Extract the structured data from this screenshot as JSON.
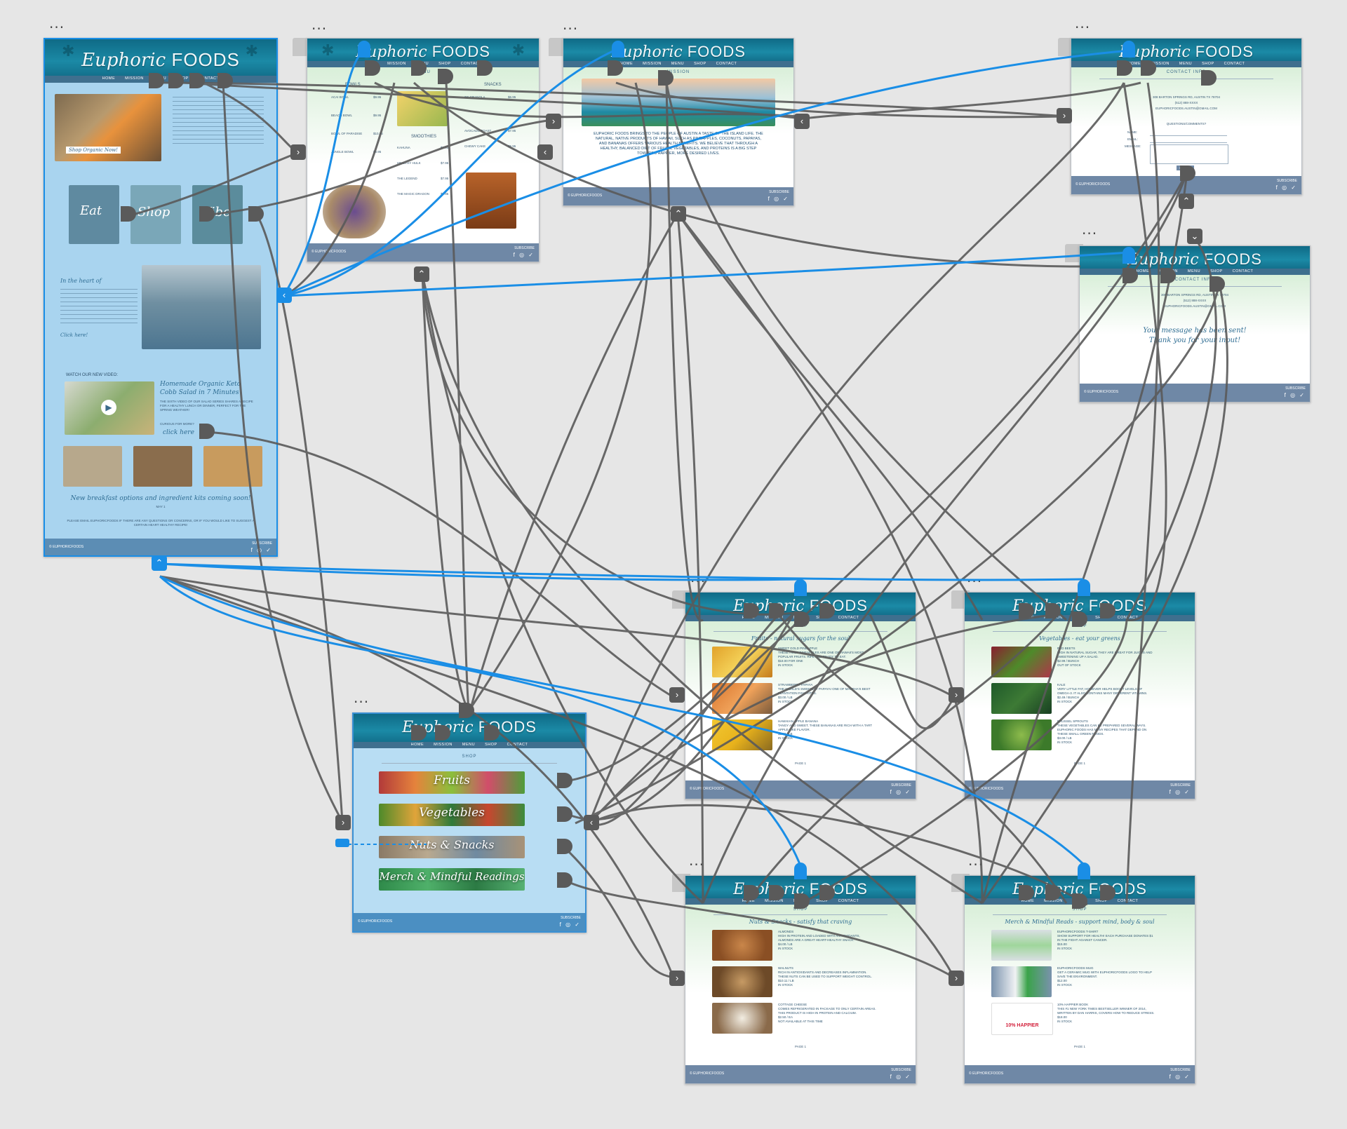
{
  "brand": {
    "logo_script": "Euphoric",
    "logo_caps": "FOODS"
  },
  "nav": {
    "home": "HOME",
    "mission": "MISSION",
    "menu": "MENU",
    "shop": "SHOP",
    "contact": "CONTACT"
  },
  "more_dots": "...",
  "footer": {
    "copyright": "© EUPHORICFOODS",
    "subscribe": "SUBSCRIBE",
    "social": "f ◎ ✓"
  },
  "home": {
    "shop_organic": "Shop Organic Now!",
    "eat": "Eat",
    "shop_word": "Shop",
    "vibe": "Vibe",
    "heart_of": "In the heart of",
    "click_here": "Click here!",
    "watch_video": "WATCH OUR NEW VIDEO:",
    "video_title": "Homemade Organic Keto Cobb Salad in 7 Minutes",
    "video_desc": "THE SIXTH VIDEO OF OUR SALAD SERIES SHARES A RECIPE FOR A HEALTHY LUNCH OR DINNER, PERFECT FOR THE SPRING WEATHER!",
    "curious": "CURIOUS FOR MORE?",
    "click_here2": "click here",
    "breakfast": "New breakfast options and ingredient kits coming soon!",
    "date": "MAY 1",
    "email_note": "PLEASE EMAIL EUPHORICFOODS IF THERE ARE ANY QUESTIONS OR CONCERNS, OR IF YOU WOULD LIKE TO SUGGEST A CERTAIN HEART HEALTHY RECIPE!"
  },
  "menu_page": {
    "title": "MENU",
    "bowls": "BOWLS",
    "snacks": "SNACKS",
    "smoothies": "SMOOTHIES",
    "items_left": [
      "ACAI BOWL",
      "BEACH BOWL",
      "BOWL OF PARADISE",
      "JUNGLE BOWL"
    ],
    "prices_left": [
      "$9.95",
      "$9.95",
      "$10.95",
      "$9.95"
    ],
    "items_right": [
      "GF GRANOLA",
      "AVOCADO TOAST",
      "CHEWY CAKE"
    ],
    "prices_right": [
      "$6.95",
      "$7.95",
      "$5.95"
    ],
    "smoothies_list": [
      "KAHUNA",
      "HEALTHY HULK",
      "THE LEGEND",
      "THE MAGIC DRAGON"
    ],
    "smoothie_prices": [
      "$7.95",
      "$7.95",
      "$7.95",
      "$7.95"
    ]
  },
  "mission_page": {
    "title": "MISSION",
    "body": "EUPHORIC FOODS BRINGS TO THE PEOPLE OF AUSTIN A TASTE OF THE ISLAND LIFE. THE NATURAL, NATIVE PRODUCTS OF HAWAII, SUCH AS PINEAPPLES, COCONUTS, PAPAYAS, AND BANANAS OFFERS VARIOUS HEALTH BENEFITS. WE BELIEVE THAT THROUGH A HEALTHY, BALANCED DIET OF FRUITS, VEGETABLES, AND PROTEINS IS A BIG STEP TOWARDS HAPPIER, MORE DESIRED LIVES."
  },
  "contact_page": {
    "title": "CONTACT INFO",
    "address": "308 BARTON SPRINGS RD, AUSTIN TX 78704",
    "phone": "(512) 888-XXXX",
    "email": "EUPHORICFOODS.AUSTIN@GMAIL.COM",
    "questions": "QUESTIONS/COMMENTS?",
    "name": "NAME:",
    "email_label": "EMAIL:",
    "message": "MESSAGE:",
    "submit": "SUBMIT"
  },
  "contact_sent": {
    "title": "CONTACT INFO",
    "line1": "Your message has been sent!",
    "line2": "Thank you for your input!"
  },
  "shop_page": {
    "title": "SHOP",
    "banners": [
      "Fruits",
      "Vegetables",
      "Nuts & Snacks",
      "Merch & Mindful Readings"
    ]
  },
  "fruits_page": {
    "title": "SHOP",
    "subtitle": "Fruits - natural sugars for the soul",
    "items": [
      {
        "name": "SWEET GOLD PINEAPPLE",
        "desc": "THESE HUGE PINEAPPLES ARE ONE OF HAWAII'S MOST POPULAR FRUITS. RIPE AND READY TO EAT.",
        "price": "$18.00 FOR ONE",
        "stock": "IN STOCK"
      },
      {
        "name": "STRAWBERRY PAPAYA",
        "desc": "THE WORLD'S SWEETEST PAPAYA! ONE OF MARTHA'S BEST PLANTATION FAVORITES.",
        "price": "$3.00 / LB",
        "stock": "IN STOCK"
      },
      {
        "name": "HAWAIIAN APPLE BANANA",
        "desc": "TANGY AND SWEET, THESE BANANAS ARE RICH WITH A TART APPLE-LIKE FLAVOR.",
        "price": "$3.00 / LB",
        "stock": "IN STOCK"
      }
    ],
    "page": "PAGE 1"
  },
  "veg_page": {
    "title": "SHOP",
    "subtitle": "Vegetables - eat your greens",
    "items": [
      {
        "name": "RED BEETS",
        "desc": "HIGH IN NATURAL SUGAR, THEY ARE GREAT FOR JUICES AND SWEETENING UP A SALAD.",
        "price": "$2.99 / BUNCH",
        "stock": "OUT OF STOCK"
      },
      {
        "name": "KALE",
        "desc": "VERY LITTLE FAT, HOWEVER HELPS BOOST LEVELS OF OMEGA-3. IT ALSO CONTAINS MANY DIFFERENT VITAMINS.",
        "price": "$2.49 / BUNCH",
        "stock": "IN STOCK"
      },
      {
        "name": "BRUSSEL SPROUTS",
        "desc": "THESE VEGETABLES CAN BE PREPARED SEVERAL WAYS. EUPHORIC FOODS HAS MANY RECIPES THAT DEPEND ON THESE SMALL GREEN FOODS.",
        "price": "$3.00 / LB",
        "stock": "IN STOCK"
      }
    ],
    "page": "PAGE 1"
  },
  "nuts_page": {
    "title": "SHOP",
    "subtitle": "Nuts & Snacks - satisfy that craving",
    "items": [
      {
        "name": "ALMONDS",
        "desc": "HIGH IN PROTEIN AND LOADED WITH ANTIOXIDANTS, ALMONDS ARE A GREAT HEART-HEALTHY SNACK.",
        "price": "$4.00 / LB",
        "stock": "IN STOCK"
      },
      {
        "name": "WALNUTS",
        "desc": "RICH IN ANTIOXIDANTS AND DECREASES INFLAMMATION. THESE NUTS CAN BE USED TO SUPPORT WEIGHT CONTROL.",
        "price": "$10.11 / LB",
        "stock": "IN STOCK"
      },
      {
        "name": "COTTAGE CHEESE",
        "desc": "COMES REFRIGERATED IN PACKAGE TO ONLY CERTAIN AREAS. THIS PRODUCT IS HIGH IN PROTEIN AND CALCIUM.",
        "price": "$2.50 / EA",
        "stock": "NOT AVAILABLE AT THIS TIME"
      }
    ],
    "page": "PAGE 1"
  },
  "merch_page": {
    "title": "SHOP",
    "subtitle": "Merch & Mindful Reads - support mind, body & soul",
    "items": [
      {
        "name": "EUPHORICFOODS T-SHIRT",
        "desc": "SHOW SUPPORT FOR HEALTH! EACH PURCHASE DONATES $1 IN THE FIGHT AGAINST CANCER.",
        "price": "$15.00",
        "stock": "IN STOCK"
      },
      {
        "name": "EUPHORICFOODS MUG",
        "desc": "GET A CERAMIC MUG WITH EUPHORICFOODS LOGO TO HELP SAVE THE ENVIRONMENT.",
        "price": "$12.00",
        "stock": "IN STOCK"
      },
      {
        "name": "10% HAPPIER BOOK",
        "desc": "THIS #1 NEW YORK TIMES BESTSELLER WINNER OF 2014, WRITTEN BY DAN HARRIS, COVERS HOW TO REDUCE STRESS.",
        "price": "$18.00",
        "stock": "IN STOCK"
      }
    ],
    "book_cover": "10% HAPPIER",
    "page": "PAGE 1"
  },
  "colors": {
    "wire": "#5a5a5a",
    "selected": "#1a8ee6",
    "canvas": "#e6e6e6"
  }
}
